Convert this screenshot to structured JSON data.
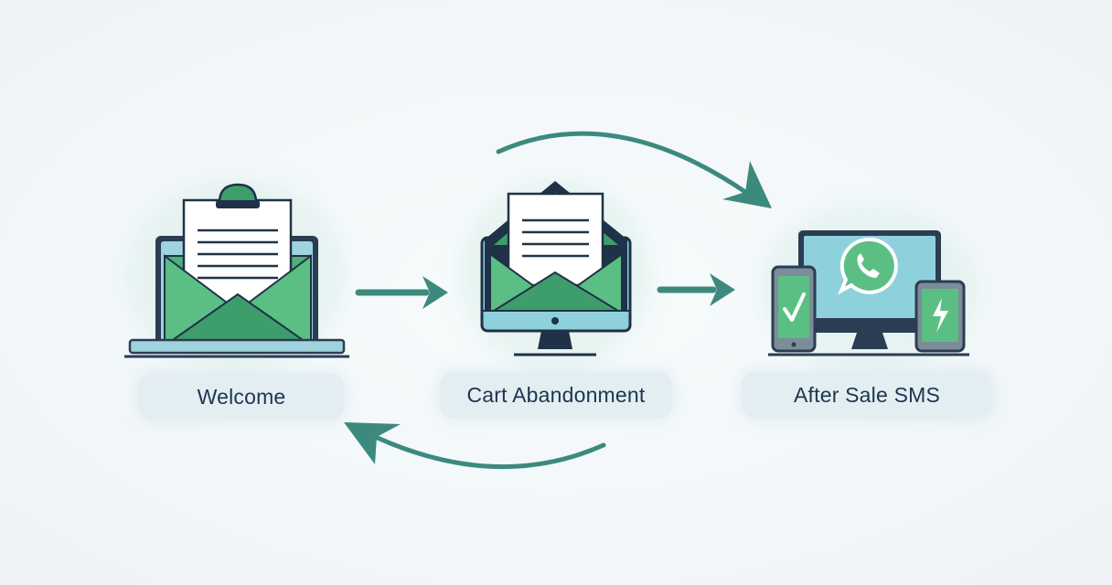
{
  "steps": [
    {
      "label": "Welcome",
      "icon": "laptop-email-icon"
    },
    {
      "label": "Cart Abandonment",
      "icon": "monitor-email-icon"
    },
    {
      "label": "After Sale SMS",
      "icon": "multi-device-whatsapp-icon"
    }
  ],
  "colors": {
    "navy": "#1f3247",
    "teal_arrow": "#3c8a7e",
    "green": "#5bbf84",
    "green_dark": "#3d9e6b",
    "screen_blue": "#8fd0dd",
    "paper": "#ffffff",
    "label_bg": "#e3eef2"
  }
}
